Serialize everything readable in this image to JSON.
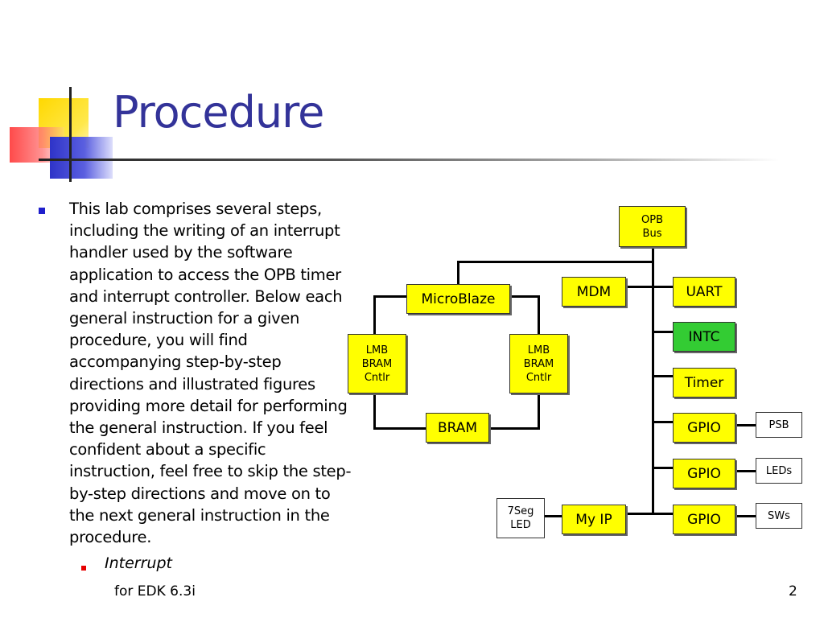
{
  "slide": {
    "title": "Procedure",
    "body": "This lab comprises several steps, including the writing of an interrupt handler used by the software application to access the OPB timer and interrupt controller. Below each general instruction for a given procedure, you will find accompanying step-by-step directions and illustrated figures providing more detail for performing the general instruction. If you feel confident about a specific instruction, feel free to skip the step-by-step directions and move on to the next general instruction in the procedure.",
    "sub_bullet": "Interrupt",
    "footer": "for EDK 6.3i",
    "page_number": "2"
  },
  "diagram": {
    "opb_bus": "OPB Bus",
    "microblaze": "MicroBlaze",
    "mdm": "MDM",
    "uart": "UART",
    "intc": "INTC",
    "timer": "Timer",
    "gpio_1": "GPIO",
    "gpio_2": "GPIO",
    "gpio_3": "GPIO",
    "lmb_bram_left": "LMB BRAM Cntlr",
    "lmb_bram_right": "LMB BRAM Cntlr",
    "bram": "BRAM",
    "psb": "PSB",
    "leds": "LEDs",
    "sws": "SWs",
    "seg_led": "7Seg LED",
    "my_ip": "My IP",
    "colors": {
      "block_yellow": "#ffff00",
      "block_green": "#33cc33",
      "title_blue": "#333399"
    }
  }
}
